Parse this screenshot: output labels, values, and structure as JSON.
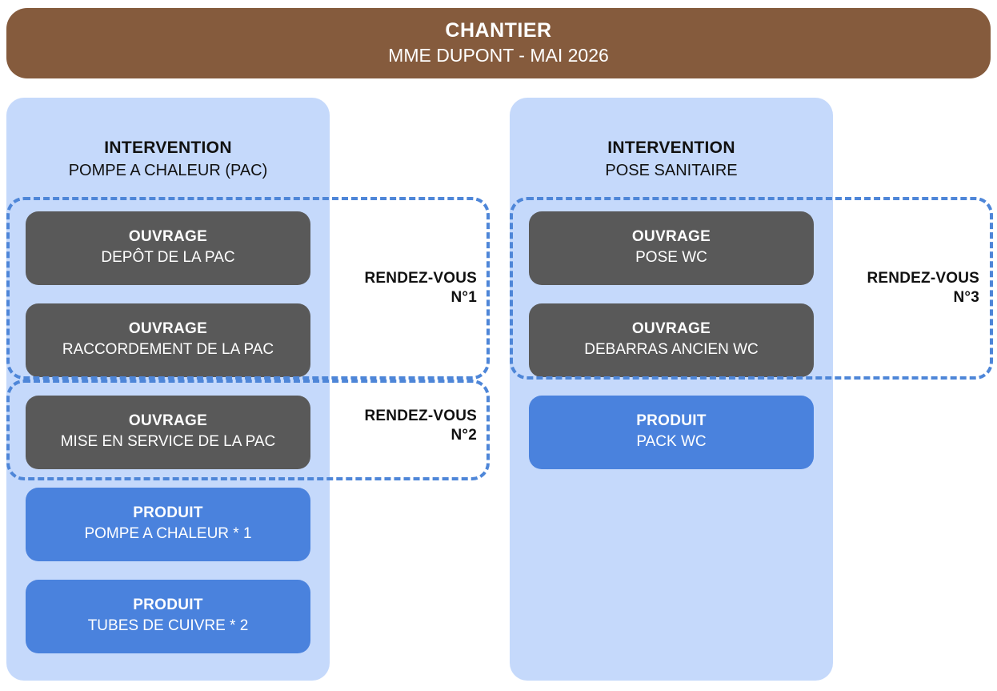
{
  "chantier": {
    "label": "CHANTIER",
    "subtitle": "MME DUPONT - MAI 2026",
    "color": "#855B3D"
  },
  "colors": {
    "panel_background": "#C5D9FB",
    "ouvrage": "#595959",
    "produit": "#4A82DD",
    "rendezvous_border": "#4E86D8",
    "chantier": "#855B3D"
  },
  "interventions": [
    {
      "label": "INTERVENTION",
      "name": "POMPE A CHALEUR (PAC)",
      "items": [
        {
          "type": "OUVRAGE",
          "name": "DEPÔT DE LA PAC"
        },
        {
          "type": "OUVRAGE",
          "name": "RACCORDEMENT DE LA PAC"
        },
        {
          "type": "OUVRAGE",
          "name": "MISE EN SERVICE DE LA PAC"
        },
        {
          "type": "PRODUIT",
          "name": "POMPE A CHALEUR * 1"
        },
        {
          "type": "PRODUIT",
          "name": "TUBES DE CUIVRE * 2"
        }
      ]
    },
    {
      "label": "INTERVENTION",
      "name": "POSE SANITAIRE",
      "items": [
        {
          "type": "OUVRAGE",
          "name": "POSE WC"
        },
        {
          "type": "OUVRAGE",
          "name": "DEBARRAS ANCIEN WC"
        },
        {
          "type": "PRODUIT",
          "name": "PACK WC"
        }
      ]
    }
  ],
  "rendezvous": [
    {
      "label": "RENDEZ-VOUS",
      "number": "N°1"
    },
    {
      "label": "RENDEZ-VOUS",
      "number": "N°2"
    },
    {
      "label": "RENDEZ-VOUS",
      "number": "N°3"
    }
  ]
}
